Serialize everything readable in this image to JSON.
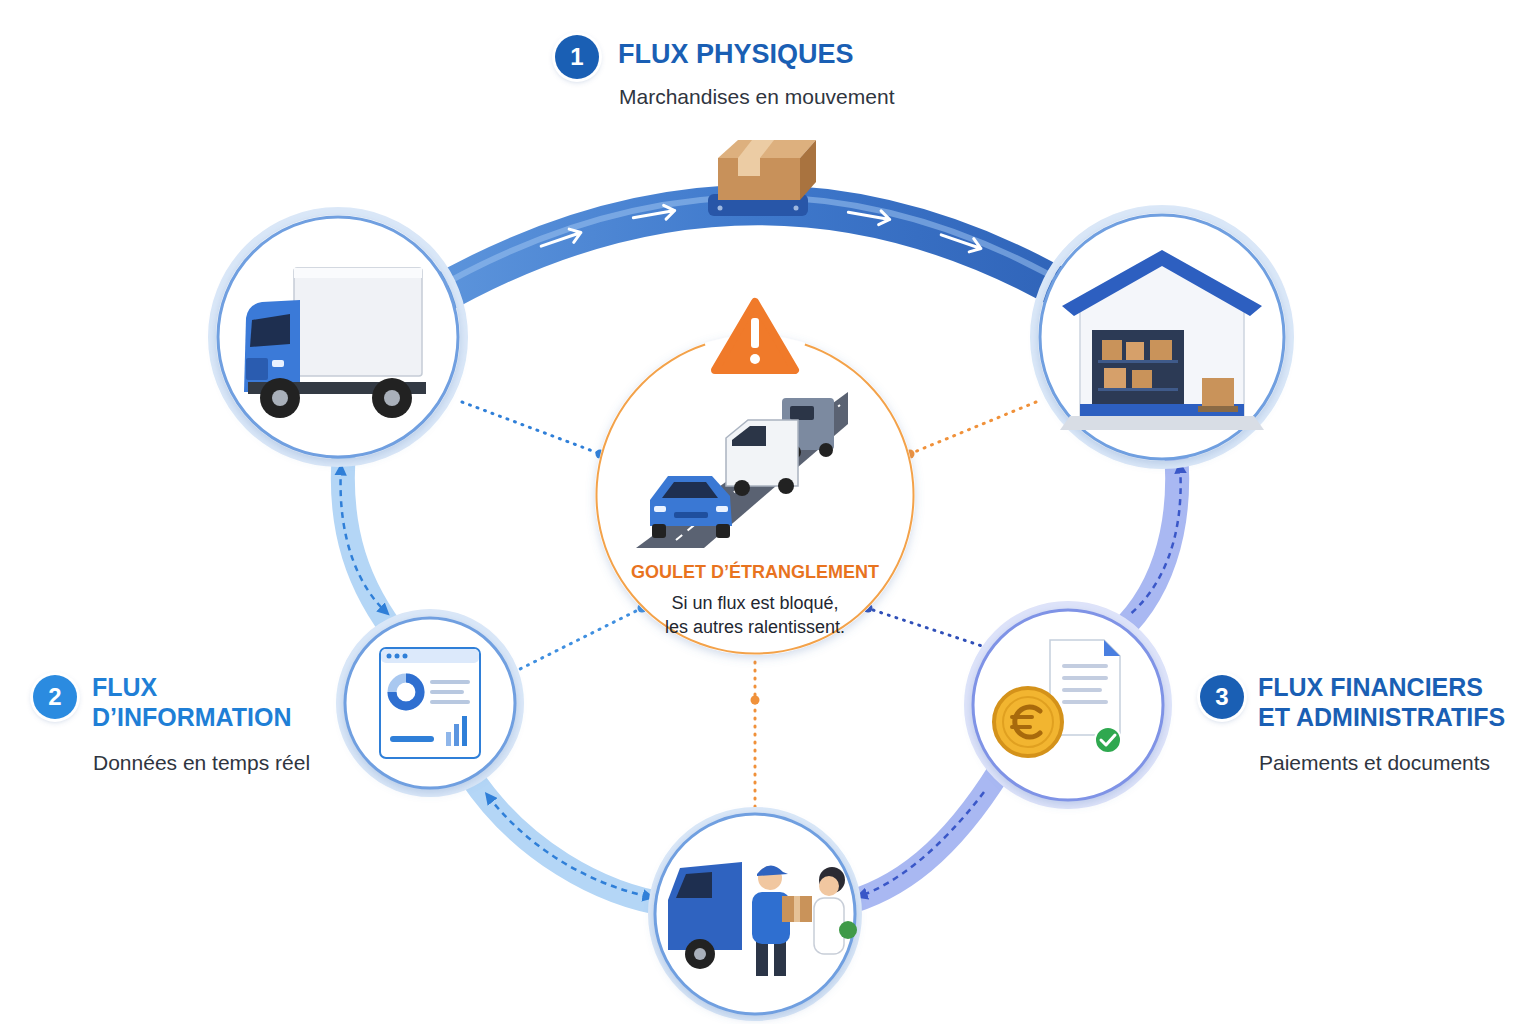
{
  "diagram": {
    "nodes": [
      {
        "text": [
          "1"
        ]
      },
      {
        "text": [
          "GOULET D’ÉTRANGLEMENT",
          "Si un flux est bloqué, les autres ralentissent."
        ]
      },
      {
        "text": [
          "2"
        ]
      },
      {
        "text": [
          "3"
        ]
      }
    ],
    "labels": [
      "FLUX PHYSIQUES",
      "Marchandises en mouvement",
      "FLUX D’INFORMATION",
      "Données en temps réel",
      "FLUX FINANCIERS ET ADMINISTRATIFS",
      "Paiements et documents"
    ]
  }
}
